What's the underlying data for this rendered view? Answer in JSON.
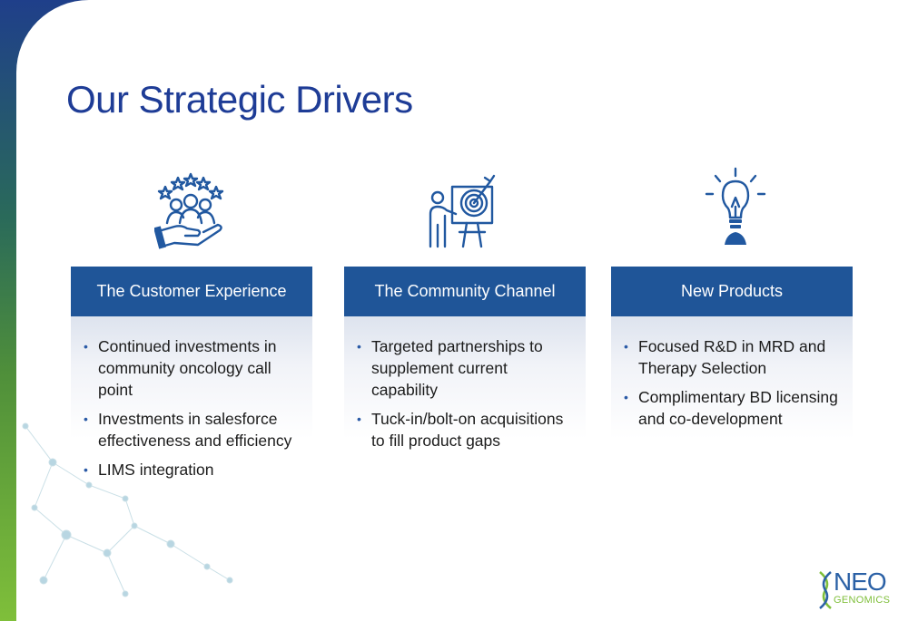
{
  "slide": {
    "title": "Our Strategic Drivers"
  },
  "panels": [
    {
      "heading": "The Customer Experience",
      "icon": "customer-rating-icon",
      "bullets": [
        "Continued investments in community oncology call point",
        "Investments in salesforce effectiveness and efficiency",
        "LIMS integration"
      ]
    },
    {
      "heading": "The Community Channel",
      "icon": "presentation-target-icon",
      "bullets": [
        "Targeted partnerships to supplement current capability",
        "Tuck-in/bolt-on acquisitions to fill product gaps"
      ]
    },
    {
      "heading": "New Products",
      "icon": "lightbulb-icon",
      "bullets": [
        "Focused R&D in MRD and Therapy Selection",
        "Complimentary BD licensing and co-development"
      ]
    }
  ],
  "logo": {
    "line1": "NEO",
    "line2": "GENOMICS"
  },
  "colors": {
    "title": "#1e3c96",
    "panel_header": "#1f5598",
    "bullet": "#2a5aa6",
    "brand_green": "#7fbf3a"
  }
}
